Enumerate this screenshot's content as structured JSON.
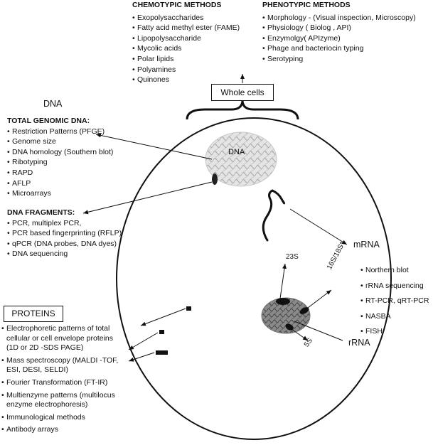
{
  "chemotypic": {
    "title": "CHEMOTYPIC METHODS",
    "items": [
      "Exopolysaccharides",
      "Fatty acid methyl ester (FAME)",
      "Lipopolysaccharide",
      "Mycolic acids",
      "Polar lipids",
      "Polyamines",
      "Quinones"
    ]
  },
  "phenotypic": {
    "title": "PHENOTYPIC METHODS",
    "items": [
      "Morphology - (Visual inspection, Microscopy)",
      "Physiology ( Biolog , API)",
      "Enzymolgy( APIzyme)",
      "Phage and bacteriocin typing",
      "Serotyping"
    ]
  },
  "whole_cells_label": "Whole cells",
  "dna_heading": "DNA",
  "dna_core_label": "DNA",
  "total_genomic": {
    "title": "TOTAL GENOMIC DNA:",
    "items": [
      "Restriction Patterns (PFGE)",
      "Genome size",
      "DNA homology (Southern blot)",
      "Ribotyping",
      "RAPD",
      "AFLP",
      "Microarrays"
    ]
  },
  "dna_fragments": {
    "title": "DNA FRAGMENTS:",
    "items": [
      "PCR, multiplex PCR,",
      "PCR based fingerprinting (RFLP)",
      "qPCR (DNA probes, DNA dyes)",
      "DNA sequencing"
    ]
  },
  "mrna": {
    "label": "mRNA",
    "items": [
      "Northern blot",
      "rRNA  sequencing",
      "RT-PCR, qRT-PCR",
      "NASBA",
      "FISH"
    ]
  },
  "ribosome": {
    "label_23s": "23S",
    "label_16s": "16S/18S*",
    "label_5s": "5S",
    "rrna_label": "rRNA"
  },
  "proteins": {
    "title": "PROTEINS",
    "items": [
      "Electrophoretic patterns of total cellular or cell envelope proteins (1D or 2D  -SDS PAGE)",
      "Mass spectroscopy (MALDI -TOF, ESI, DESI, SELDI)",
      "Fourier Transformation (FT-IR)",
      "Multienzyme patterns (multilocus enzyme electrophoresis)",
      "Immunological methods",
      "Antibody arrays"
    ]
  }
}
